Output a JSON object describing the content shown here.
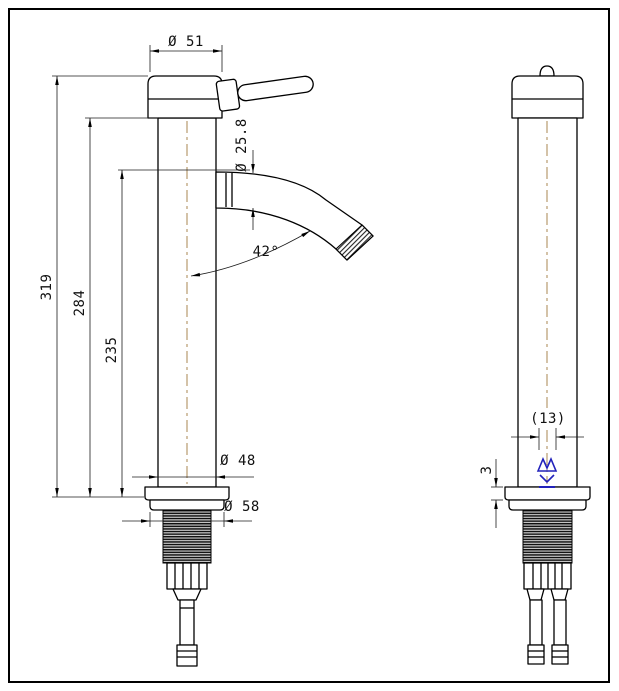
{
  "meta": {
    "type": "technical-drawing",
    "subject": "tall basin mixer tap, two dimensioned orthographic views"
  },
  "dims": {
    "top_diameter": "Ø 51",
    "spout_diameter": "Ø 25.8",
    "height_total": "319",
    "height_body": "284",
    "height_spout": "235",
    "spout_angle": "42°",
    "body_diameter": "Ø 48",
    "base_diameter": "Ø 58",
    "side_offset": "(13)",
    "plate_thickness": "3"
  },
  "icons": {
    "logo": "blue-crown-watermark"
  },
  "colors": {
    "outline": "#000000",
    "dimension": "#1c1c1c",
    "centerline": "#a07a3e",
    "logo": "#2222bb",
    "background": "#ffffff"
  }
}
